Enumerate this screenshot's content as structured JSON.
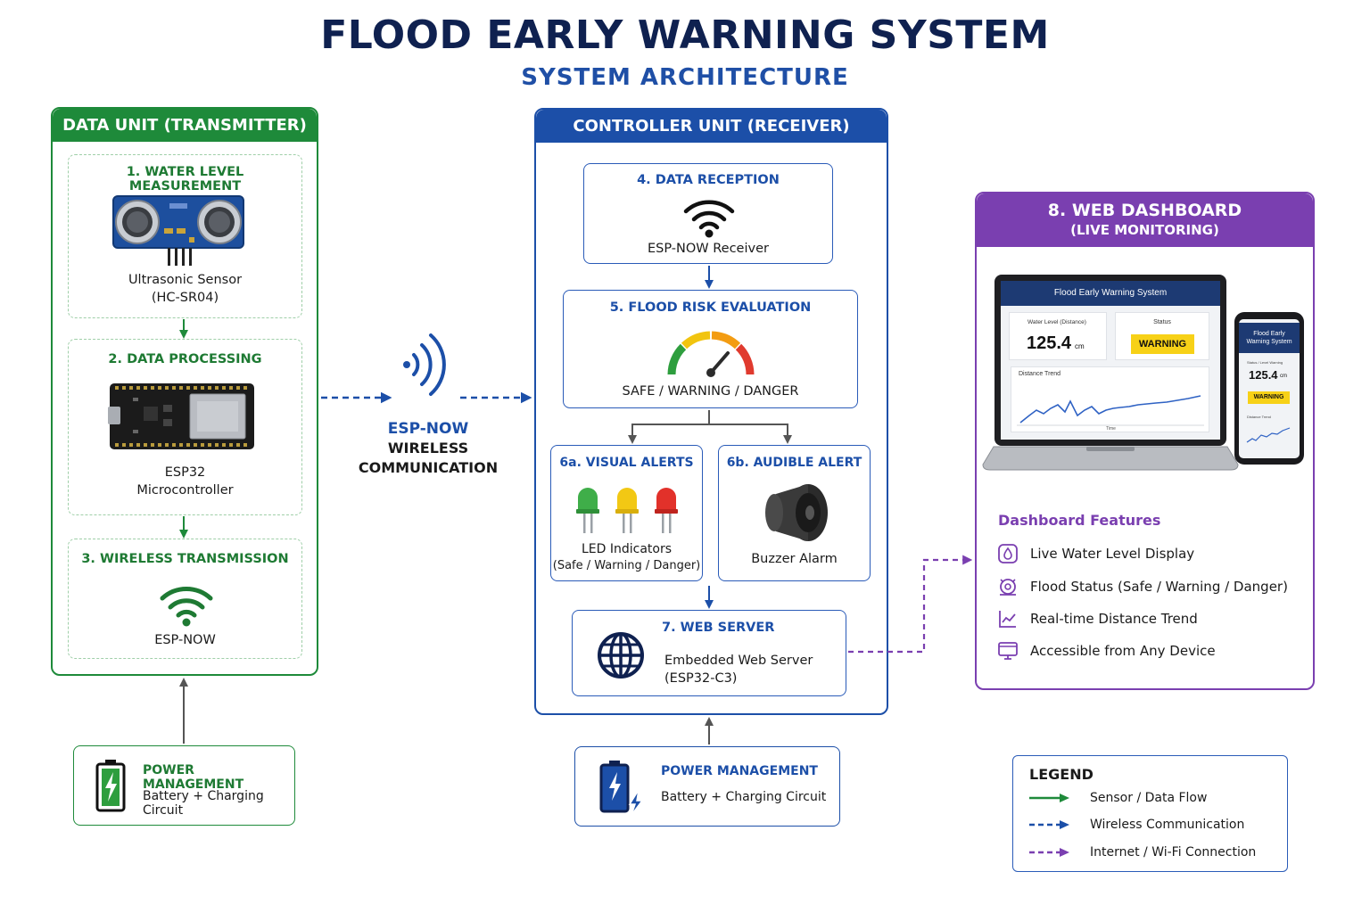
{
  "title": "FLOOD EARLY WARNING SYSTEM",
  "subtitle": "SYSTEM ARCHITECTURE",
  "data_unit": {
    "header": "DATA UNIT (TRANSMITTER)",
    "steps": [
      {
        "title": "1. WATER LEVEL MEASUREMENT",
        "label_line1": "Ultrasonic Sensor",
        "label_line2": "(HC-SR04)"
      },
      {
        "title": "2. DATA PROCESSING",
        "label_line1": "ESP32",
        "label_line2": "Microcontroller"
      },
      {
        "title": "3. WIRELESS TRANSMISSION",
        "label_line1": "ESP-NOW"
      }
    ]
  },
  "wireless": {
    "line1": "ESP-NOW",
    "line2": "WIRELESS",
    "line3": "COMMUNICATION"
  },
  "controller_unit": {
    "header": "CONTROLLER UNIT (RECEIVER)",
    "reception": {
      "title": "4. DATA RECEPTION",
      "label": "ESP-NOW Receiver"
    },
    "evaluation": {
      "title": "5. FLOOD RISK EVALUATION",
      "label": "SAFE / WARNING / DANGER"
    },
    "visual": {
      "title": "6a. VISUAL ALERTS",
      "label_line1": "LED Indicators",
      "label_line2": "(Safe / Warning / Danger)"
    },
    "audible": {
      "title": "6b. AUDIBLE ALERT",
      "label": "Buzzer Alarm"
    },
    "webserver": {
      "title": "7. WEB SERVER",
      "label_line1": "Embedded Web Server",
      "label_line2": "(ESP32-C3)"
    }
  },
  "dashboard": {
    "header": "8. WEB DASHBOARD",
    "header_sub": "(LIVE MONITORING)",
    "laptop": {
      "app_title": "Flood Early Warning System",
      "water_label": "Water Level (Distance)",
      "water_value": "125.4",
      "water_unit": "cm",
      "status_label": "Status",
      "status_value": "WARNING",
      "trend_label": "Distance Trend",
      "trend_axis": "Time"
    },
    "phone": {
      "app_title_line1": "Flood Early",
      "app_title_line2": "Warning System",
      "status_label": "Status / Level Warning",
      "water_value": "125.4",
      "water_unit": "cm",
      "status_value": "WARNING",
      "trend_label": "Distance Trend"
    },
    "features_title": "Dashboard Features",
    "features": [
      {
        "icon": "water-drop-icon",
        "text": "Live Water Level Display"
      },
      {
        "icon": "status-alert-icon",
        "text": "Flood Status (Safe / Warning / Danger)"
      },
      {
        "icon": "trend-chart-icon",
        "text": "Real-time Distance Trend"
      },
      {
        "icon": "device-monitor-icon",
        "text": "Accessible from Any Device"
      }
    ]
  },
  "power_tx": {
    "title": "POWER MANAGEMENT",
    "sub": "Battery + Charging Circuit"
  },
  "power_rx": {
    "title": "POWER MANAGEMENT",
    "sub": "Battery + Charging Circuit"
  },
  "legend": {
    "title": "LEGEND",
    "items": [
      {
        "label": "Sensor / Data Flow"
      },
      {
        "label": "Wireless Communication"
      },
      {
        "label": "Internet / Wi-Fi Connection"
      }
    ]
  },
  "colors": {
    "green": "#1e8a3a",
    "blue": "#1c4fa8",
    "purple": "#7a3fb0",
    "navy": "#0f2150",
    "warning_yellow": "#f7d117"
  }
}
